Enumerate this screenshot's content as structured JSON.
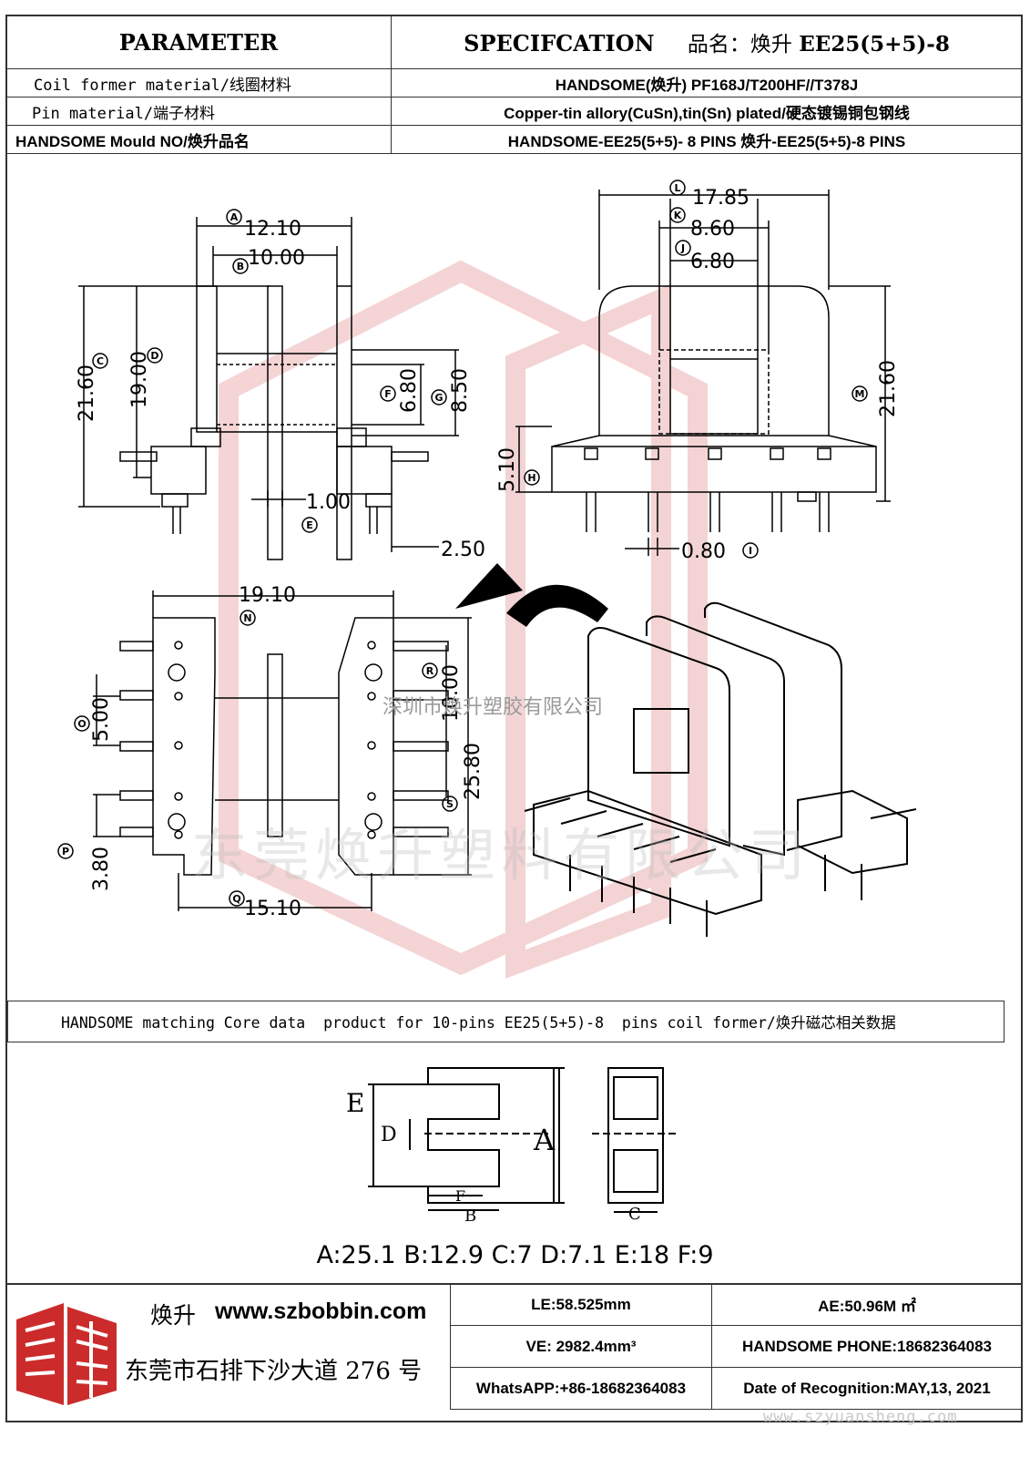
{
  "header": {
    "parameter_title": "PARAMETER",
    "spec_title": "SPECIFCATION",
    "product_name_label": "品名：焕升 ",
    "product_name_value": "EE25(5+5)-8",
    "rows": [
      {
        "label": "Coil former material/线圈材料",
        "value": "HANDSOME(焕升)  PF168J/T200HF//T378J"
      },
      {
        "label": "Pin material/端子材料",
        "value": "Copper-tin allory(CuSn),tin(Sn) plated/硬态镀锡铜包钢线"
      },
      {
        "label": "HANDSOME Mould NO/焕升品名",
        "value": "HANDSOME-EE25(5+5)- 8 PINS    焕升-EE25(5+5)-8 PINS"
      }
    ]
  },
  "drawing": {
    "company_label": "深圳市焕升塑胶有限公司",
    "watermark_text": "东莞焕升塑料有限公司",
    "dimensions": {
      "A": "12.10",
      "B": "10.00",
      "C": "21.60",
      "D": "19.00",
      "E": "1.00",
      "F": "6.80",
      "G": "8.50",
      "H": "5.10",
      "I": "0.80",
      "J": "6.80",
      "K": "8.60",
      "L": "17.85",
      "M": "21.60",
      "N": "19.10",
      "O": "5.00",
      "P": "3.80",
      "Q": "15.10",
      "R": "10.00",
      "S": "25.80",
      "pitch": "2.50"
    },
    "markers": [
      "A",
      "B",
      "C",
      "D",
      "E",
      "F",
      "G",
      "H",
      "I",
      "J",
      "K",
      "L",
      "M",
      "N",
      "O",
      "P",
      "Q",
      "R",
      "S"
    ]
  },
  "core": {
    "caption": "HANDSOME matching Core data  product for 10-pins EE25(5+5)-8  pins coil former/焕升磁芯相关数据",
    "letters": [
      "A",
      "B",
      "C",
      "D",
      "E",
      "F"
    ],
    "values_text": "A:25.1 B:12.9 C:7 D:7.1 E:18 F:9"
  },
  "footer": {
    "brand_cn": "焕升",
    "website": "www.szbobbin.com",
    "address": "东莞市石排下沙大道 276 号",
    "le": "LE:58.525mm",
    "ae": "AE:50.96M ㎡",
    "ve": "VE: 2982.4mm³",
    "phone": "HANDSOME PHONE:18682364083",
    "whatsapp": "WhatsAPP:+86-18682364083",
    "date": "Date of Recognition:MAY,13, 2021",
    "watermark_url": "www.szyuansheng.com"
  },
  "colors": {
    "logo_red": "#cc2b2b",
    "line": "#333333",
    "watermark": "#e6a0a0"
  }
}
